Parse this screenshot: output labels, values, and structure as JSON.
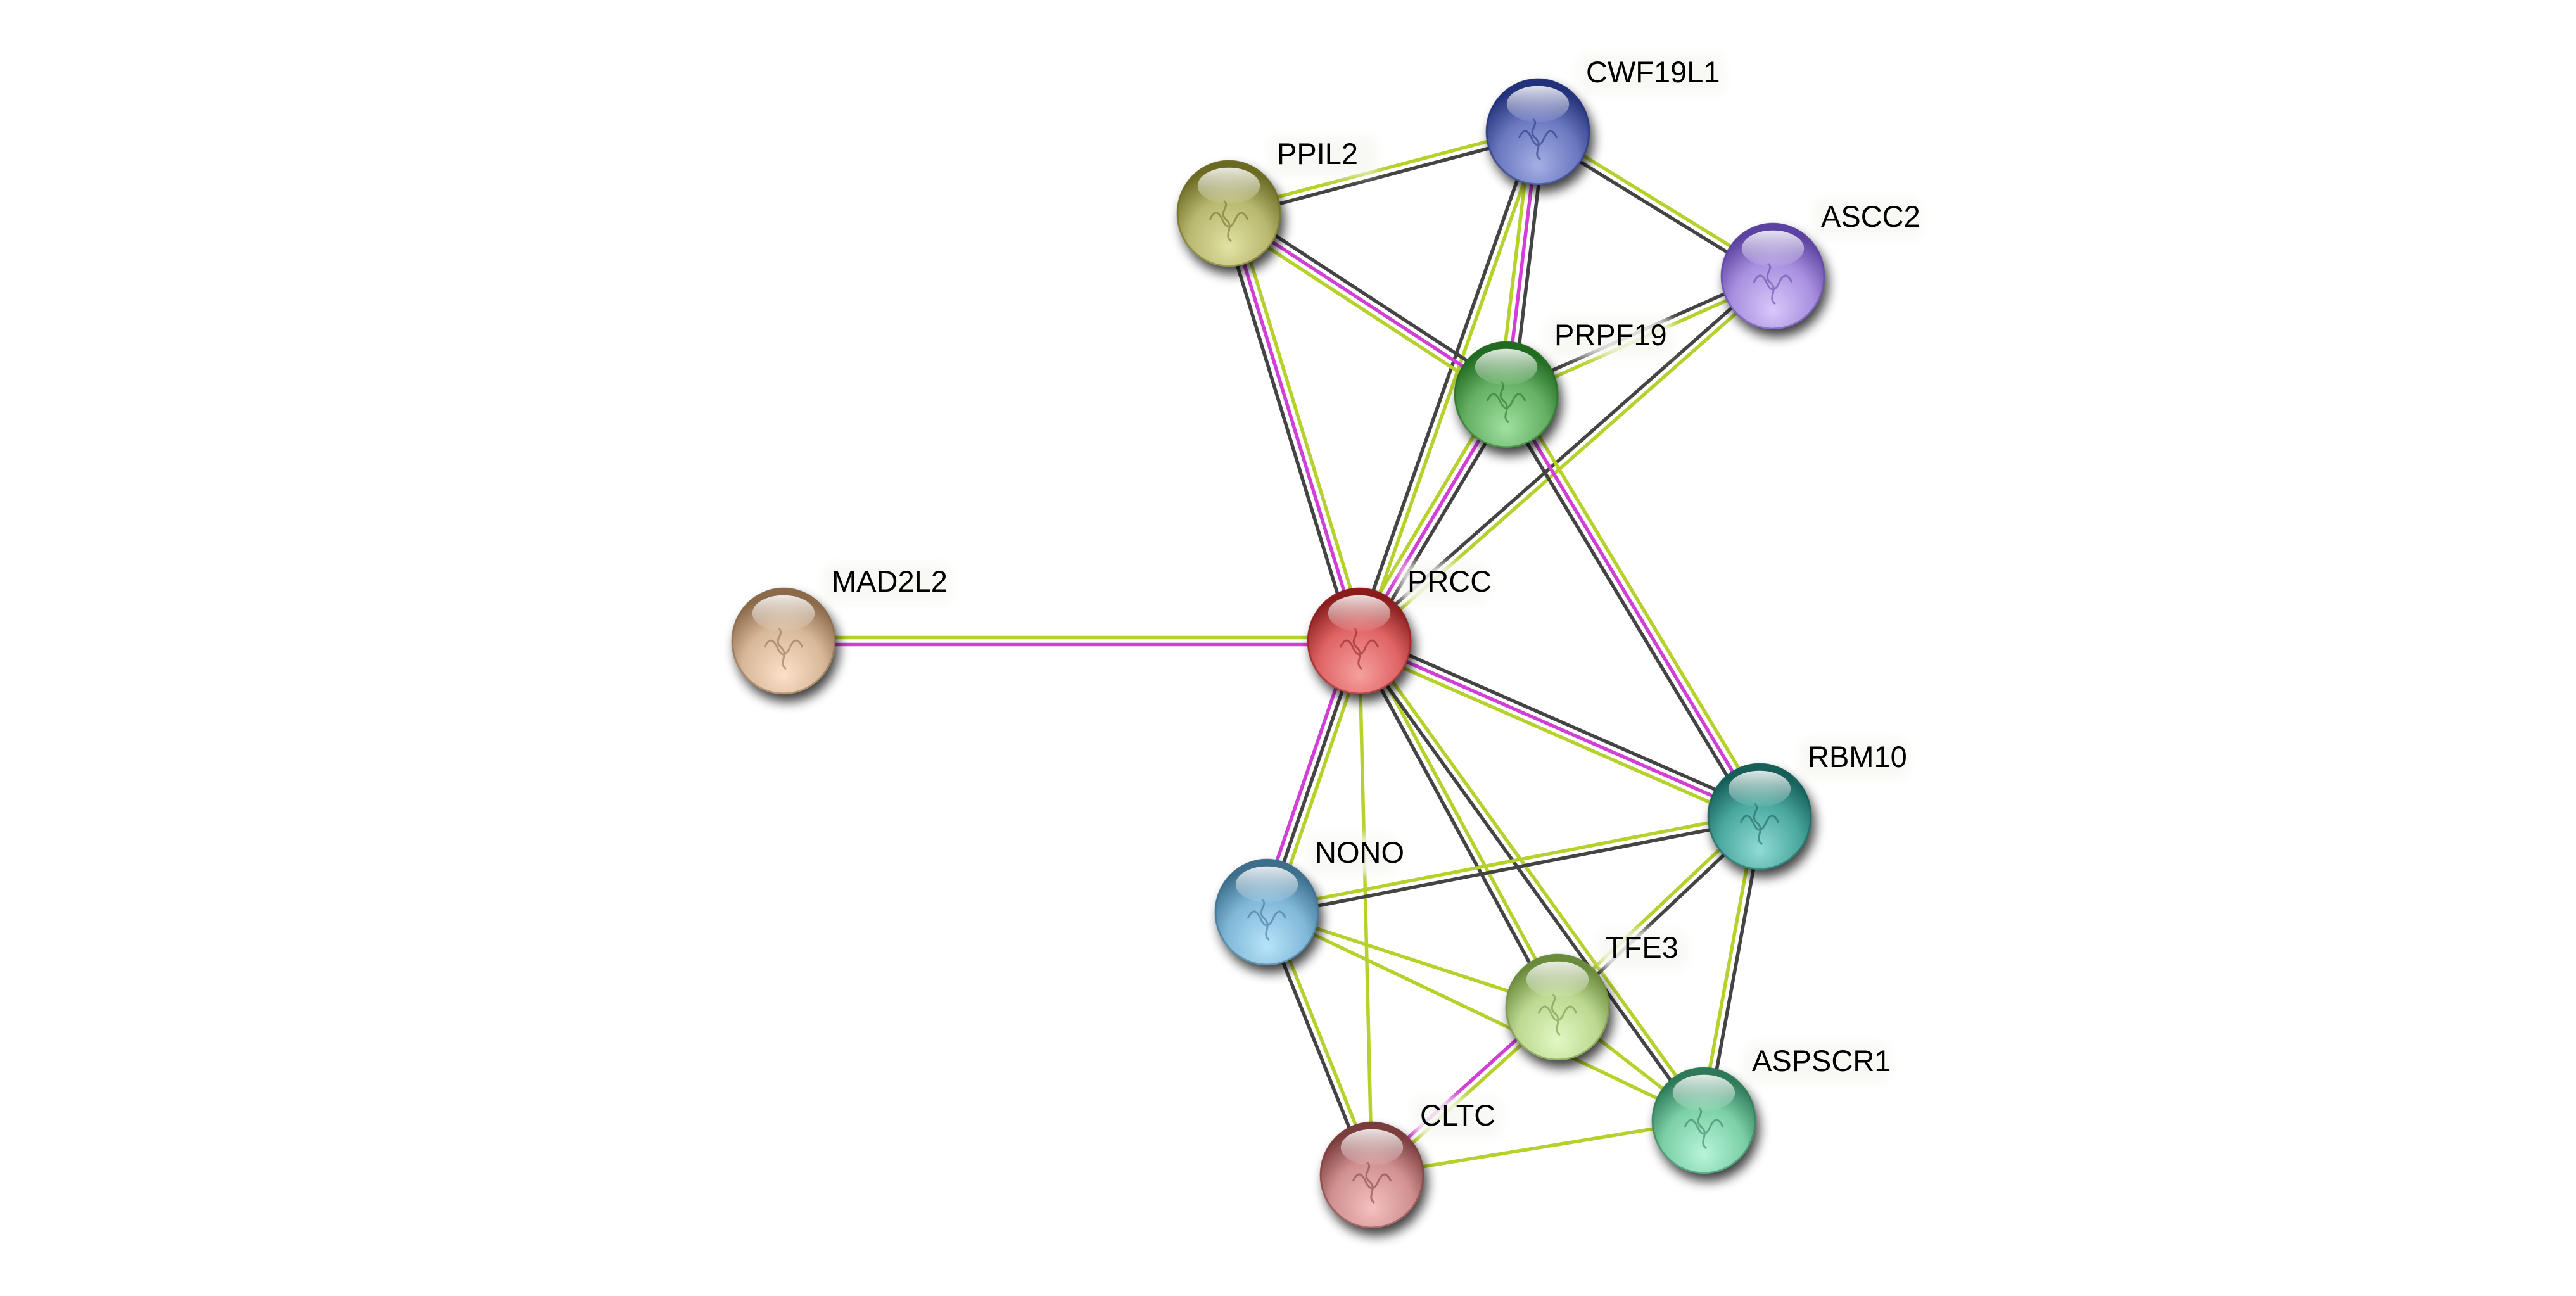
{
  "network": {
    "type": "protein-interaction-network",
    "evidence_colors": {
      "coexpression": "#444444",
      "experiments": "#d13fd6",
      "textmining": "#b6d12c"
    },
    "nodes": [
      {
        "id": "PRCC",
        "label": "PRCC",
        "color": "#e06464",
        "dark": "#8b1f1f",
        "light": "#f5a0a0"
      },
      {
        "id": "MAD2L2",
        "label": "MAD2L2",
        "color": "#d8b898",
        "dark": "#8a6a4a",
        "light": "#fbe0c8"
      },
      {
        "id": "PPIL2",
        "label": "PPIL2",
        "color": "#b8b870",
        "dark": "#6b6b24",
        "light": "#e2e2a4"
      },
      {
        "id": "CWF19L1",
        "label": "CWF19L1",
        "color": "#6a78c0",
        "dark": "#23327a",
        "light": "#a4b0e4"
      },
      {
        "id": "ASCC2",
        "label": "ASCC2",
        "color": "#a890e0",
        "dark": "#5c43a0",
        "light": "#d8c8fa"
      },
      {
        "id": "PRPF19",
        "label": "PRPF19",
        "color": "#64b064",
        "dark": "#226b22",
        "light": "#a0e0a0"
      },
      {
        "id": "RBM10",
        "label": "RBM10",
        "color": "#4aa8a0",
        "dark": "#155e58",
        "light": "#90dcd4"
      },
      {
        "id": "NONO",
        "label": "NONO",
        "color": "#80b8d8",
        "dark": "#3c6e8c",
        "light": "#b8e4fa"
      },
      {
        "id": "TFE3",
        "label": "TFE3",
        "color": "#bcd890",
        "dark": "#6a8a3c",
        "light": "#e2f8c4"
      },
      {
        "id": "ASPSCR1",
        "label": "ASPSCR1",
        "color": "#7cd0a8",
        "dark": "#2e7a58",
        "light": "#b8f4d8"
      },
      {
        "id": "CLTC",
        "label": "CLTC",
        "color": "#d09090",
        "dark": "#7a3c3c",
        "light": "#f4c0c0"
      }
    ],
    "edges": [
      {
        "source": "PRCC",
        "target": "MAD2L2",
        "evidence": [
          "experiments",
          "textmining"
        ]
      },
      {
        "source": "PRCC",
        "target": "PPIL2",
        "evidence": [
          "coexpression",
          "experiments",
          "textmining"
        ]
      },
      {
        "source": "PRCC",
        "target": "CWF19L1",
        "evidence": [
          "coexpression",
          "textmining"
        ]
      },
      {
        "source": "PRCC",
        "target": "PRPF19",
        "evidence": [
          "textmining",
          "experiments",
          "coexpression"
        ]
      },
      {
        "source": "PRCC",
        "target": "ASCC2",
        "evidence": [
          "coexpression",
          "textmining"
        ]
      },
      {
        "source": "PRCC",
        "target": "RBM10",
        "evidence": [
          "coexpression",
          "experiments",
          "textmining"
        ]
      },
      {
        "source": "PRCC",
        "target": "NONO",
        "evidence": [
          "textmining",
          "coexpression",
          "experiments"
        ]
      },
      {
        "source": "PRCC",
        "target": "TFE3",
        "evidence": [
          "textmining",
          "coexpression"
        ]
      },
      {
        "source": "PRCC",
        "target": "ASPSCR1",
        "evidence": [
          "textmining",
          "coexpression"
        ]
      },
      {
        "source": "PRCC",
        "target": "CLTC",
        "evidence": [
          "textmining"
        ]
      },
      {
        "source": "PPIL2",
        "target": "CWF19L1",
        "evidence": [
          "textmining",
          "coexpression"
        ]
      },
      {
        "source": "PPIL2",
        "target": "PRPF19",
        "evidence": [
          "coexpression",
          "experiments",
          "textmining"
        ]
      },
      {
        "source": "CWF19L1",
        "target": "PRPF19",
        "evidence": [
          "coexpression",
          "experiments",
          "textmining"
        ]
      },
      {
        "source": "CWF19L1",
        "target": "ASCC2",
        "evidence": [
          "textmining",
          "coexpression"
        ]
      },
      {
        "source": "PRPF19",
        "target": "ASCC2",
        "evidence": [
          "coexpression",
          "textmining"
        ]
      },
      {
        "source": "PRPF19",
        "target": "RBM10",
        "evidence": [
          "textmining",
          "experiments",
          "coexpression"
        ]
      },
      {
        "source": "RBM10",
        "target": "NONO",
        "evidence": [
          "coexpression",
          "textmining"
        ]
      },
      {
        "source": "RBM10",
        "target": "TFE3",
        "evidence": [
          "coexpression",
          "textmining"
        ]
      },
      {
        "source": "RBM10",
        "target": "ASPSCR1",
        "evidence": [
          "coexpression",
          "textmining"
        ]
      },
      {
        "source": "NONO",
        "target": "TFE3",
        "evidence": [
          "textmining"
        ]
      },
      {
        "source": "NONO",
        "target": "ASPSCR1",
        "evidence": [
          "textmining"
        ]
      },
      {
        "source": "NONO",
        "target": "CLTC",
        "evidence": [
          "textmining",
          "coexpression"
        ]
      },
      {
        "source": "TFE3",
        "target": "ASPSCR1",
        "evidence": [
          "textmining"
        ]
      },
      {
        "source": "TFE3",
        "target": "CLTC",
        "evidence": [
          "textmining",
          "experiments"
        ]
      },
      {
        "source": "CLTC",
        "target": "ASPSCR1",
        "evidence": [
          "textmining"
        ]
      }
    ]
  }
}
